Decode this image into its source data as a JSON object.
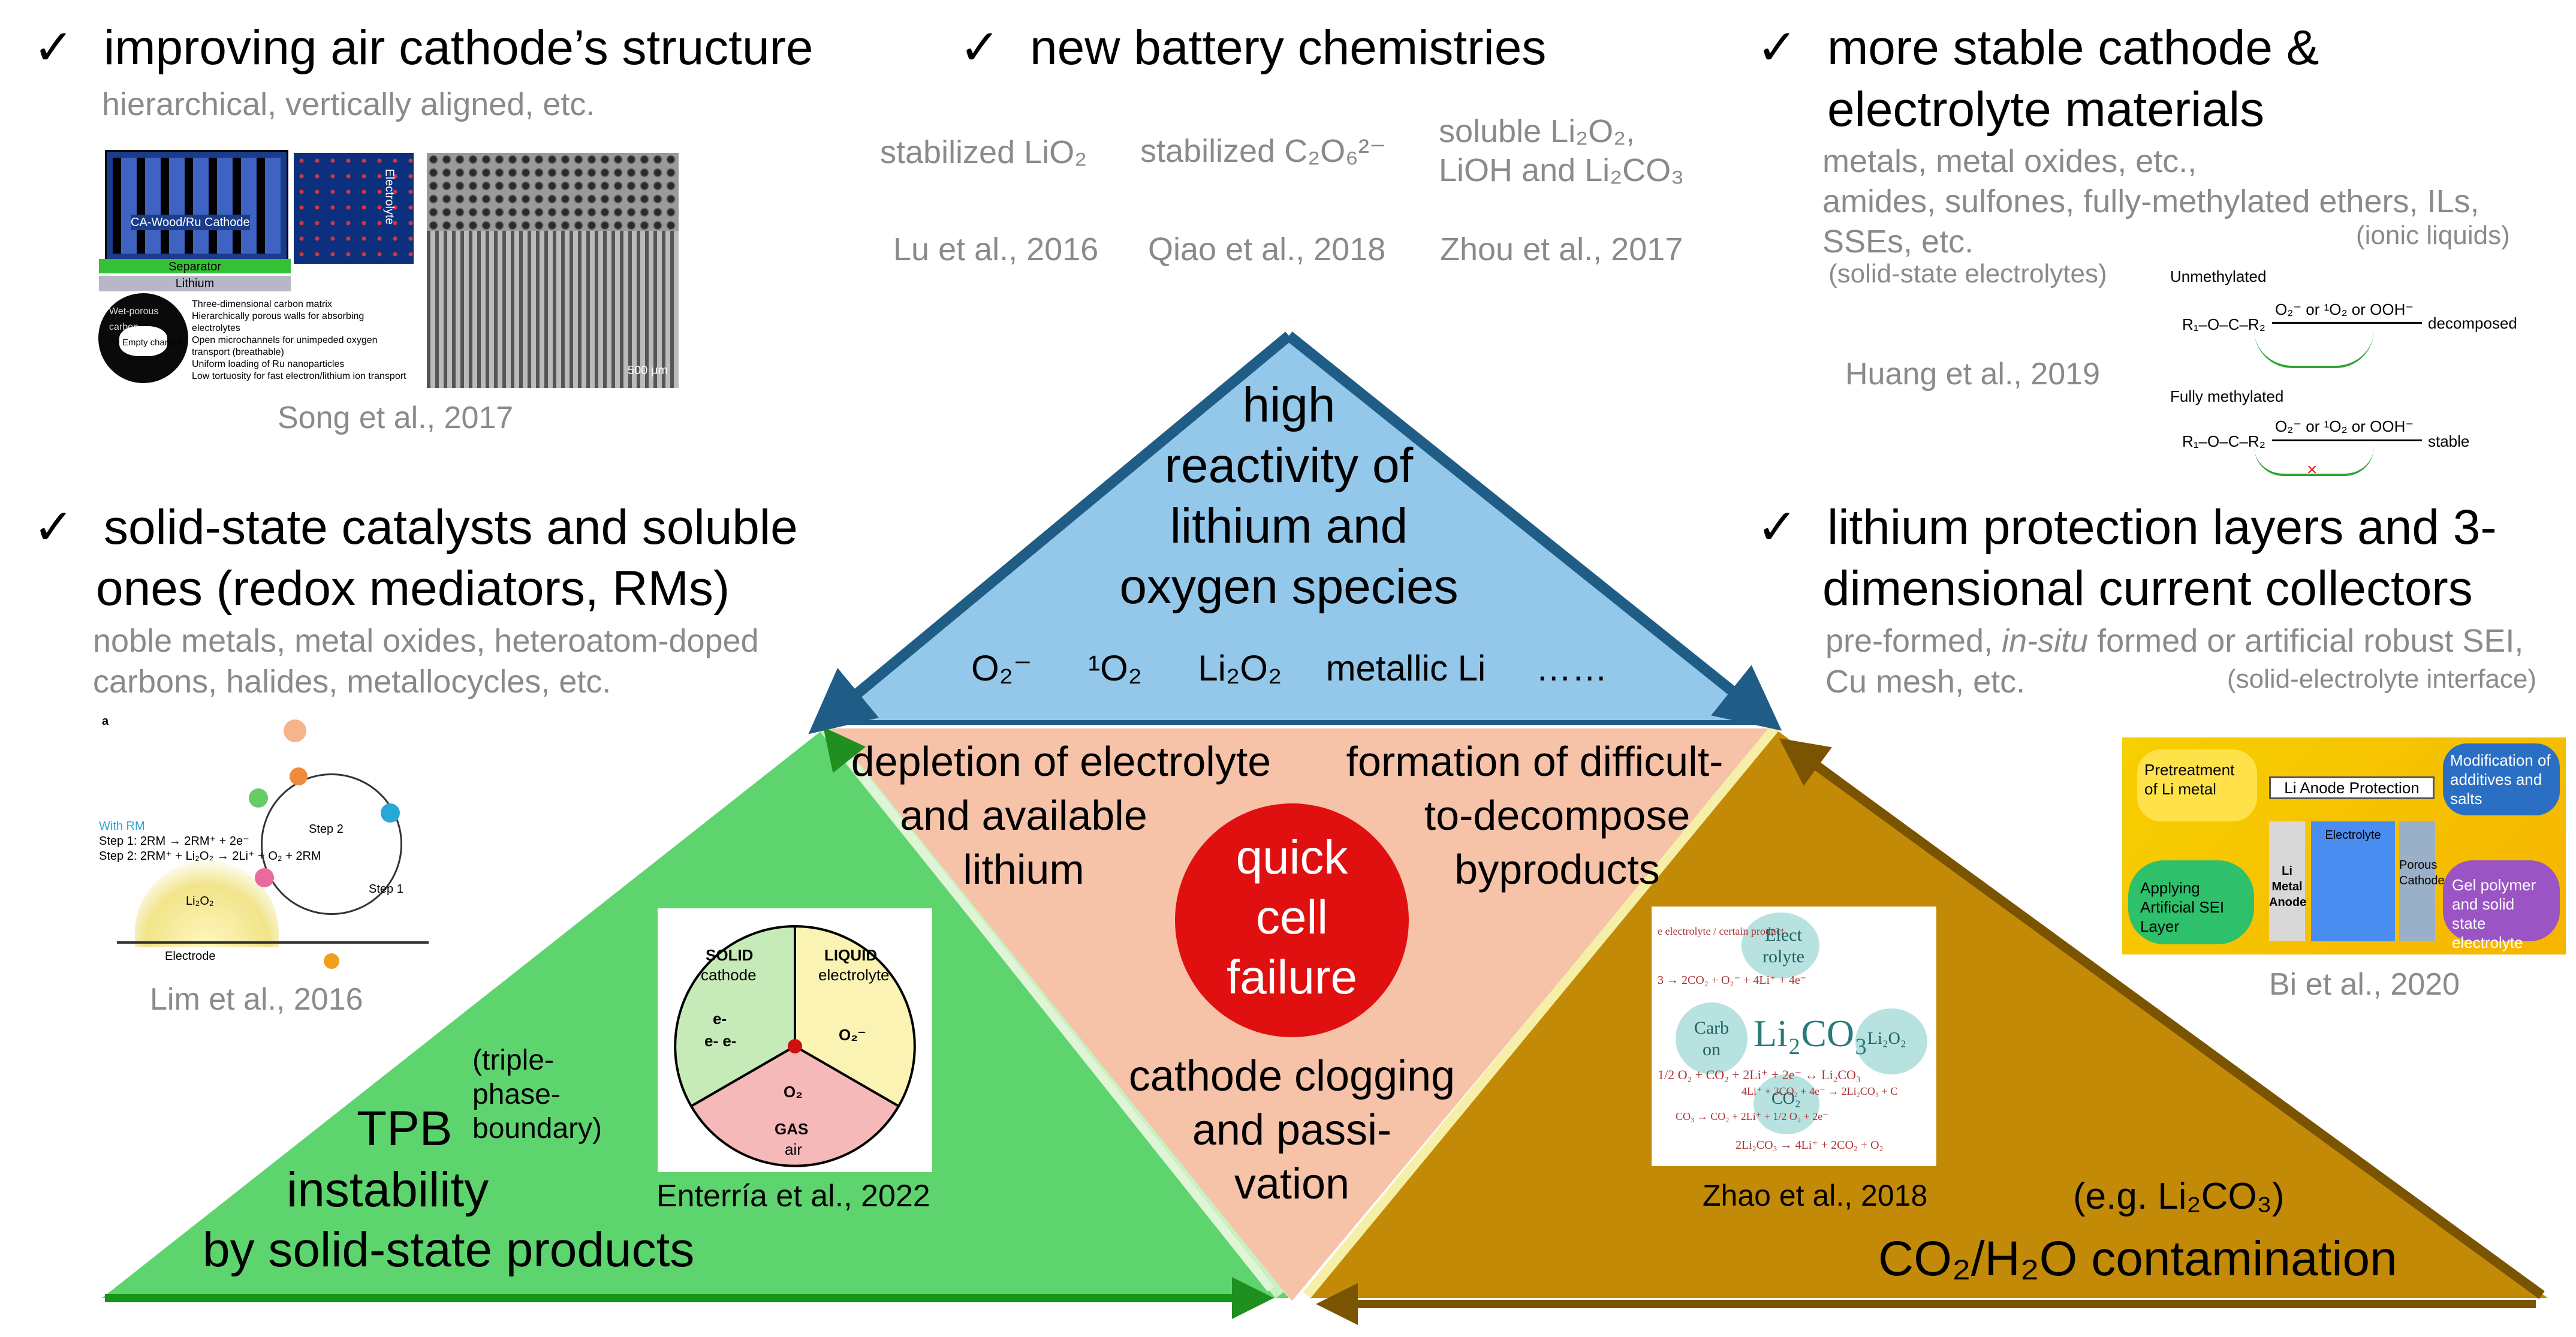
{
  "colors": {
    "blue_fill": "#94c8ea",
    "blue_border": "#1f5d86",
    "green_fill": "#5ed46f",
    "green_border": "#2a9b2a",
    "olive_fill": "#c28a07",
    "olive_border": "#7a5400",
    "center_fill": "#f6c2a8",
    "red_circle": "#e01010"
  },
  "top_left": {
    "check": "✓",
    "heading": "improving air cathode’s structure",
    "sub": "hierarchical, vertically aligned, etc.",
    "figure": {
      "label_cathode": "CA-Wood/Ru Cathode",
      "label_separator": "Separator",
      "label_lithium": "Lithium",
      "label_electrolyte": "Electrolyte",
      "label_wet": "Wet-porous carbon",
      "label_empty": "Empty channel",
      "bullets": [
        "Three-dimensional carbon matrix",
        "Hierarchically porous walls for absorbing electrolytes",
        "Open microchannels for unimpeded oxygen transport (breathable)",
        "Uniform loading of Ru nanoparticles",
        "Low tortuosity for fast electron/lithium ion transport"
      ],
      "scale": "500 μm"
    },
    "ref": "Song et al., 2017"
  },
  "top_mid": {
    "check": "✓",
    "heading": "new battery chemistries",
    "c1": "stabilized LiO₂",
    "c2": "stabilized C₂O₆²⁻",
    "c3a": "soluble Li₂O₂,",
    "c3b": "LiOH and Li₂CO₃",
    "r1": "Lu et al., 2016",
    "r2": "Qiao et al., 2018",
    "r3": "Zhou et al., 2017"
  },
  "top_right": {
    "check": "✓",
    "heading1": "more stable cathode &",
    "heading2": "electrolyte materials",
    "sub1": "metals, metal oxides, etc.,",
    "sub2": "amides, sulfones, fully-methylated ethers, ILs,",
    "sub3": "SSEs, etc.",
    "note_il": "(ionic liquids)",
    "note_sse": "(solid-state electrolytes)",
    "ref": "Huang et al., 2019",
    "scheme": {
      "unmethylated": "Unmethylated",
      "fully": "Fully methylated",
      "reagent": "O₂⁻ or ¹O₂ or OOH⁻",
      "decomposed": "decomposed",
      "stable": "stable"
    }
  },
  "mid_left": {
    "check": "✓",
    "heading1": "solid-state catalysts and soluble",
    "heading2": "ones (redox mediators, RMs)",
    "sub1": "noble metals, metal oxides, heteroatom-doped",
    "sub2": "carbons, halides, metallocycles, etc.",
    "figure": {
      "a": "a",
      "with_rm": "With RM",
      "step1": "Step 1: 2RM → 2RM⁺ + 2e⁻",
      "step2": "Step 2: 2RM⁺ + Li₂O₂ → 2Li⁺ + O₂ + 2RM",
      "step_a": "Step 2",
      "step_b": "Step 1",
      "electrode": "Electrode",
      "li2o2": "Li₂O₂"
    },
    "ref": "Lim et al., 2016"
  },
  "mid_right": {
    "check": "✓",
    "heading1": "lithium protection layers and 3-",
    "heading2": "dimensional current collectors",
    "sub1a": "pre-formed, ",
    "sub1b": "in-situ",
    "sub1c": " formed or artificial robust SEI,",
    "sub2": "Cu mesh, etc.",
    "note": "(solid-electrolyte interface)",
    "figure": {
      "pretreat": "Pretreatment of Li metal",
      "anode_prot": "Li Anode Protection",
      "modif": "Modification of additives and salts",
      "applying": "Applying Artificial SEI Layer",
      "gel": "Gel polymer and solid state electrolyte",
      "li_metal_anode": "Li Metal Anode",
      "electrolyte": "Electrolyte",
      "porous_cathode": "Porous Cathode"
    },
    "ref": "Bi et al., 2020"
  },
  "blue_triangle": {
    "l1": "high",
    "l2": "reactivity of",
    "l3": "lithium and",
    "l4": "oxygen species",
    "species": [
      "O₂⁻",
      "¹O₂",
      "Li₂O₂",
      "metallic Li",
      "……"
    ]
  },
  "center": {
    "left1": "depletion of electrolyte",
    "left2": "and available",
    "left3": "lithium",
    "right1": "formation of difficult-",
    "right2": "to-decompose",
    "right3": "byproducts",
    "circle1": "quick",
    "circle2": "cell",
    "circle3": "failure",
    "bottom1": "cathode clogging",
    "bottom2": "and passi-",
    "bottom3": "vation"
  },
  "green_triangle": {
    "tpb": "TPB",
    "tpb_note1": "(triple-",
    "tpb_note2": "phase-",
    "tpb_note3": "boundary)",
    "l2": "instability",
    "l3": "by solid-state products",
    "pie": {
      "solid": "SOLID",
      "cathode": "cathode",
      "liquid": "LIQUID",
      "electrolyte": "electrolyte",
      "gas": "GAS",
      "air": "air",
      "e1": "e-",
      "e2": "e- e-",
      "o2m": "O₂⁻",
      "o2": "O₂"
    },
    "ref": "Enterría et al., 2022"
  },
  "olive_triangle": {
    "eg": "(e.g. Li₂CO₃)",
    "main": "CO₂/H₂O contamination",
    "figure": {
      "big": "Li₂CO₃",
      "elect": "Elect rolyte",
      "carbon": "Carb on",
      "li2o2": "Li₂O₂",
      "co2": "CO₂",
      "eq1": "1/2 O₂ + CO₂ + 2Li⁺ + 2e⁻ ↔ Li₂CO₃",
      "eq2": "3 → 2CO₂ + O₂⁻ + 4Li⁺ + 4e⁻",
      "eq3": "4Li⁺ + 3CO₂ + 4e⁻ → 2Li₂CO₃ + C",
      "eq4": "CO₃ → CO₂ + 2Li⁺ + 1/2 O₂ + 2e⁻",
      "eq5": "2Li₂CO₃ → 4Li⁺ + 2CO₂ + O₂",
      "eq6": "e electrolyte / certain product"
    },
    "ref": "Zhao et al., 2018"
  }
}
